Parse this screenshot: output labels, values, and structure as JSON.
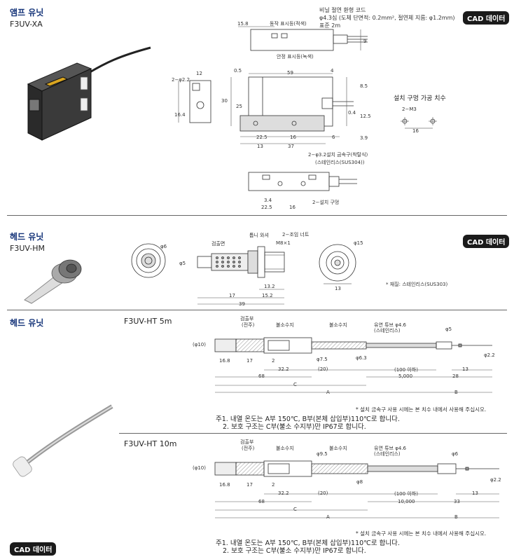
{
  "sections": {
    "amp": {
      "title": "앰프 유닛",
      "model": "F3UV-XA",
      "cad": "CAD 데이터",
      "labels": {
        "cable_note_1": "비닐 절연 환형 코드",
        "cable_note_2": "φ4.3심 (도체 단면적: 0.2mm², 절연체 지름: φ1.2mm)",
        "cable_note_3": "표준 2m",
        "op_indicator": "동작 표시등(적색)",
        "stable_indicator": "안정 표시등(녹색)",
        "mount_hole_title": "설치 구멍 가공 치수",
        "m3": "2−M3",
        "hole_2phi": "2−φ2.2",
        "bracket_1": "2−φ3.2설치 금속구(착탈식)",
        "bracket_2": "(스테인리스(SUS304))",
        "mount_hole": "2−설치 구멍",
        "d15_8": "15.8",
        "d9": "9",
        "d0_5": "0.5",
        "d59": "59",
        "d4": "4",
        "d8_5": "8.5",
        "d12": "12",
        "d30": "30",
        "d25": "25",
        "d16_4": "16.4",
        "d0_4": "0.4",
        "d12_5": "12.5",
        "d22_5": "22.5",
        "d16": "16",
        "d3_9": "3.9",
        "d13": "13",
        "d37": "37",
        "d6": "6",
        "d3_4": "3.4",
        "d16b": "16"
      }
    },
    "head_hm": {
      "title": "헤드 유닛",
      "model": "F3UV-HM",
      "cad": "CAD 데이터",
      "labels": {
        "detect_face": "검출면",
        "toothed_washer": "톱니 와셔",
        "nut": "2−조임 너트",
        "m8": "M8×1",
        "phi6": "φ6",
        "phi5": "φ5",
        "phi15": "φ15",
        "d13": "13",
        "d13_2": "13.2",
        "d17": "17",
        "d15_2": "15.2",
        "d39": "39",
        "material": "* 재질: 스테인리스(SUS303)"
      }
    },
    "head_ht": {
      "title": "헤드 유닛",
      "cad": "CAD 데이터",
      "variant_5m": {
        "model": "F3UV-HT  5m",
        "detect": "검출부",
        "quartz": "(전주)",
        "fluoro1": "불소수지",
        "fluoro2": "불소수지",
        "tube": "유연 튜브 φ4.6",
        "tube2": "(스테인리스)",
        "phi5": "φ5",
        "phi10": "(φ10)",
        "phi7_5": "φ7.5",
        "phi6_3": "φ6.3",
        "phi2_2": "φ2.2",
        "d16_8": "16.8",
        "d17": "17",
        "d2": "2",
        "d32_2": "32.2",
        "d20": "(20)",
        "d100": "(100 이하)",
        "d13": "13",
        "d68": "68",
        "d5000": "5,000",
        "d28": "28",
        "c": "C",
        "a": "A",
        "b": "B",
        "asterisk": "* 설치 금속구 사용 시에는 본 치수 내에서 사용해 주십시오.",
        "note1": "주1. 내열 온도는 A부 150℃, B부(본체 삽입부)110℃로 합니다.",
        "note2": "2. 보호 구조는 C부(불소 수지부)만 IP67로 합니다."
      },
      "variant_10m": {
        "model": "F3UV-HT  10m",
        "detect": "검출부",
        "quartz": "(전주)",
        "fluoro1": "불소수지",
        "fluoro2": "불소수지",
        "tube": "유연 튜브 φ4.6",
        "tube2": "(스테인리스)",
        "phi9_5": "φ9.5",
        "phi6": "φ6",
        "phi10": "(φ10)",
        "phi8": "φ8",
        "phi2_2": "φ2.2",
        "d16_8": "16.8",
        "d17": "17",
        "d2": "2",
        "d32_2": "32.2",
        "d20": "(20)",
        "d100": "(100 이하)",
        "d13": "13",
        "d68": "68",
        "d10000": "10,000",
        "d33": "33",
        "c": "C",
        "a": "A",
        "b": "B",
        "asterisk": "* 설치 금속구 사용 시에는 본 치수 내에서 사용해 주십시오.",
        "note1": "주1. 내열 온도는 A부 150℃, B부(본체 삽입부)110℃로 합니다.",
        "note2": "2. 보호 구조는 C부(불소 수지부)만 IP67로 합니다."
      }
    }
  }
}
